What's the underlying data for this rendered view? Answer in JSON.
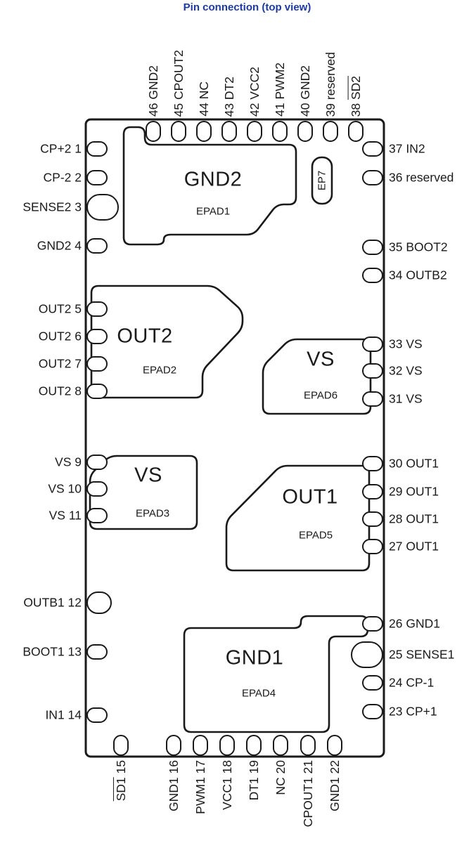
{
  "title": "Pin connection (top view)",
  "colors": {
    "title": "#1b3aa5",
    "line": "#1a1a1a"
  },
  "pads": {
    "pad1": {
      "name": "GND2",
      "id": "EPAD1"
    },
    "pad2": {
      "name": "OUT2",
      "id": "EPAD2"
    },
    "pad3": {
      "name": "VS",
      "id": "EPAD3"
    },
    "pad4": {
      "name": "GND1",
      "id": "EPAD4"
    },
    "pad5": {
      "name": "OUT1",
      "id": "EPAD5"
    },
    "pad6": {
      "name": "VS",
      "id": "EPAD6"
    },
    "pad7": {
      "id": "EP7"
    }
  },
  "pins": {
    "left": [
      {
        "num": "1",
        "label": "CP+2"
      },
      {
        "num": "2",
        "label": "CP-2"
      },
      {
        "num": "3",
        "label": "SENSE2"
      },
      {
        "num": "4",
        "label": "GND2"
      },
      {
        "num": "5",
        "label": "OUT2"
      },
      {
        "num": "6",
        "label": "OUT2"
      },
      {
        "num": "7",
        "label": "OUT2"
      },
      {
        "num": "8",
        "label": "OUT2"
      },
      {
        "num": "9",
        "label": "VS"
      },
      {
        "num": "10",
        "label": "VS"
      },
      {
        "num": "11",
        "label": "VS"
      },
      {
        "num": "12",
        "label": "OUTB1"
      },
      {
        "num": "13",
        "label": "BOOT1"
      },
      {
        "num": "14",
        "label": "IN1"
      }
    ],
    "right": [
      {
        "num": "37",
        "label": "IN2"
      },
      {
        "num": "36",
        "label": "reserved"
      },
      {
        "num": "35",
        "label": "BOOT2"
      },
      {
        "num": "34",
        "label": "OUTB2"
      },
      {
        "num": "33",
        "label": "VS"
      },
      {
        "num": "32",
        "label": "VS"
      },
      {
        "num": "31",
        "label": "VS"
      },
      {
        "num": "30",
        "label": "OUT1"
      },
      {
        "num": "29",
        "label": "OUT1"
      },
      {
        "num": "28",
        "label": "OUT1"
      },
      {
        "num": "27",
        "label": "OUT1"
      },
      {
        "num": "26",
        "label": "GND1"
      },
      {
        "num": "25",
        "label": "SENSE1"
      },
      {
        "num": "24",
        "label": "CP-1"
      },
      {
        "num": "23",
        "label": "CP+1"
      }
    ],
    "top": [
      {
        "num": "46",
        "label": "GND2"
      },
      {
        "num": "45",
        "label": "CPOUT2"
      },
      {
        "num": "44",
        "label": "NC"
      },
      {
        "num": "43",
        "label": "DT2"
      },
      {
        "num": "42",
        "label": "VCC2"
      },
      {
        "num": "41",
        "label": "PWM2"
      },
      {
        "num": "40",
        "label": "GND2"
      },
      {
        "num": "39",
        "label": "reserved"
      },
      {
        "num": "38",
        "label": "SD2",
        "overline": true
      }
    ],
    "bottom": [
      {
        "num": "15",
        "label": "SD1",
        "overline": true
      },
      {
        "num": "16",
        "label": "GND1"
      },
      {
        "num": "17",
        "label": "PWM1"
      },
      {
        "num": "18",
        "label": "VCC1"
      },
      {
        "num": "19",
        "label": "DT1"
      },
      {
        "num": "20",
        "label": "NC"
      },
      {
        "num": "21",
        "label": "CPOUT1"
      },
      {
        "num": "22",
        "label": "GND1"
      }
    ]
  }
}
